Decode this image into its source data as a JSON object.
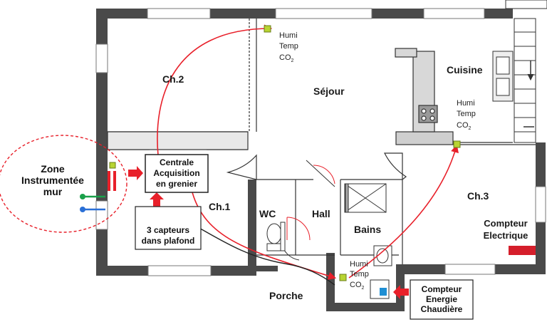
{
  "rooms": {
    "ch2": "Ch.2",
    "sejour": "Séjour",
    "cuisine": "Cuisine",
    "ch1": "Ch.1",
    "wc": "WC",
    "hall": "Hall",
    "bains": "Bains",
    "ch3": "Ch.3",
    "porche": "Porche"
  },
  "sensors": {
    "line1": "Humi",
    "line2": "Temp",
    "line3": "CO",
    "line3_sub": "2"
  },
  "centrale": {
    "line1": "Centrale",
    "line2": "Acquisition",
    "line3": "en grenier"
  },
  "capteurs": {
    "line1": "3 capteurs",
    "line2": "dans plafond"
  },
  "zone": {
    "line1": "Zone",
    "line2": "Instrumentée",
    "line3": "mur"
  },
  "compteur_electrique": {
    "line1": "Compteur",
    "line2": "Electrique"
  },
  "compteur_energie": {
    "line1": "Compteur",
    "line2": "Energie",
    "line3": "Chaudière"
  },
  "colors": {
    "wall": "#4a4a4a",
    "cable_red": "#e8202a",
    "sensor_green": "#b8d432",
    "meter_red": "#d51e2b",
    "meter_blue": "#1e8fd4",
    "plug_green": "#1aa04a",
    "plug_blue": "#2a6fd6"
  }
}
